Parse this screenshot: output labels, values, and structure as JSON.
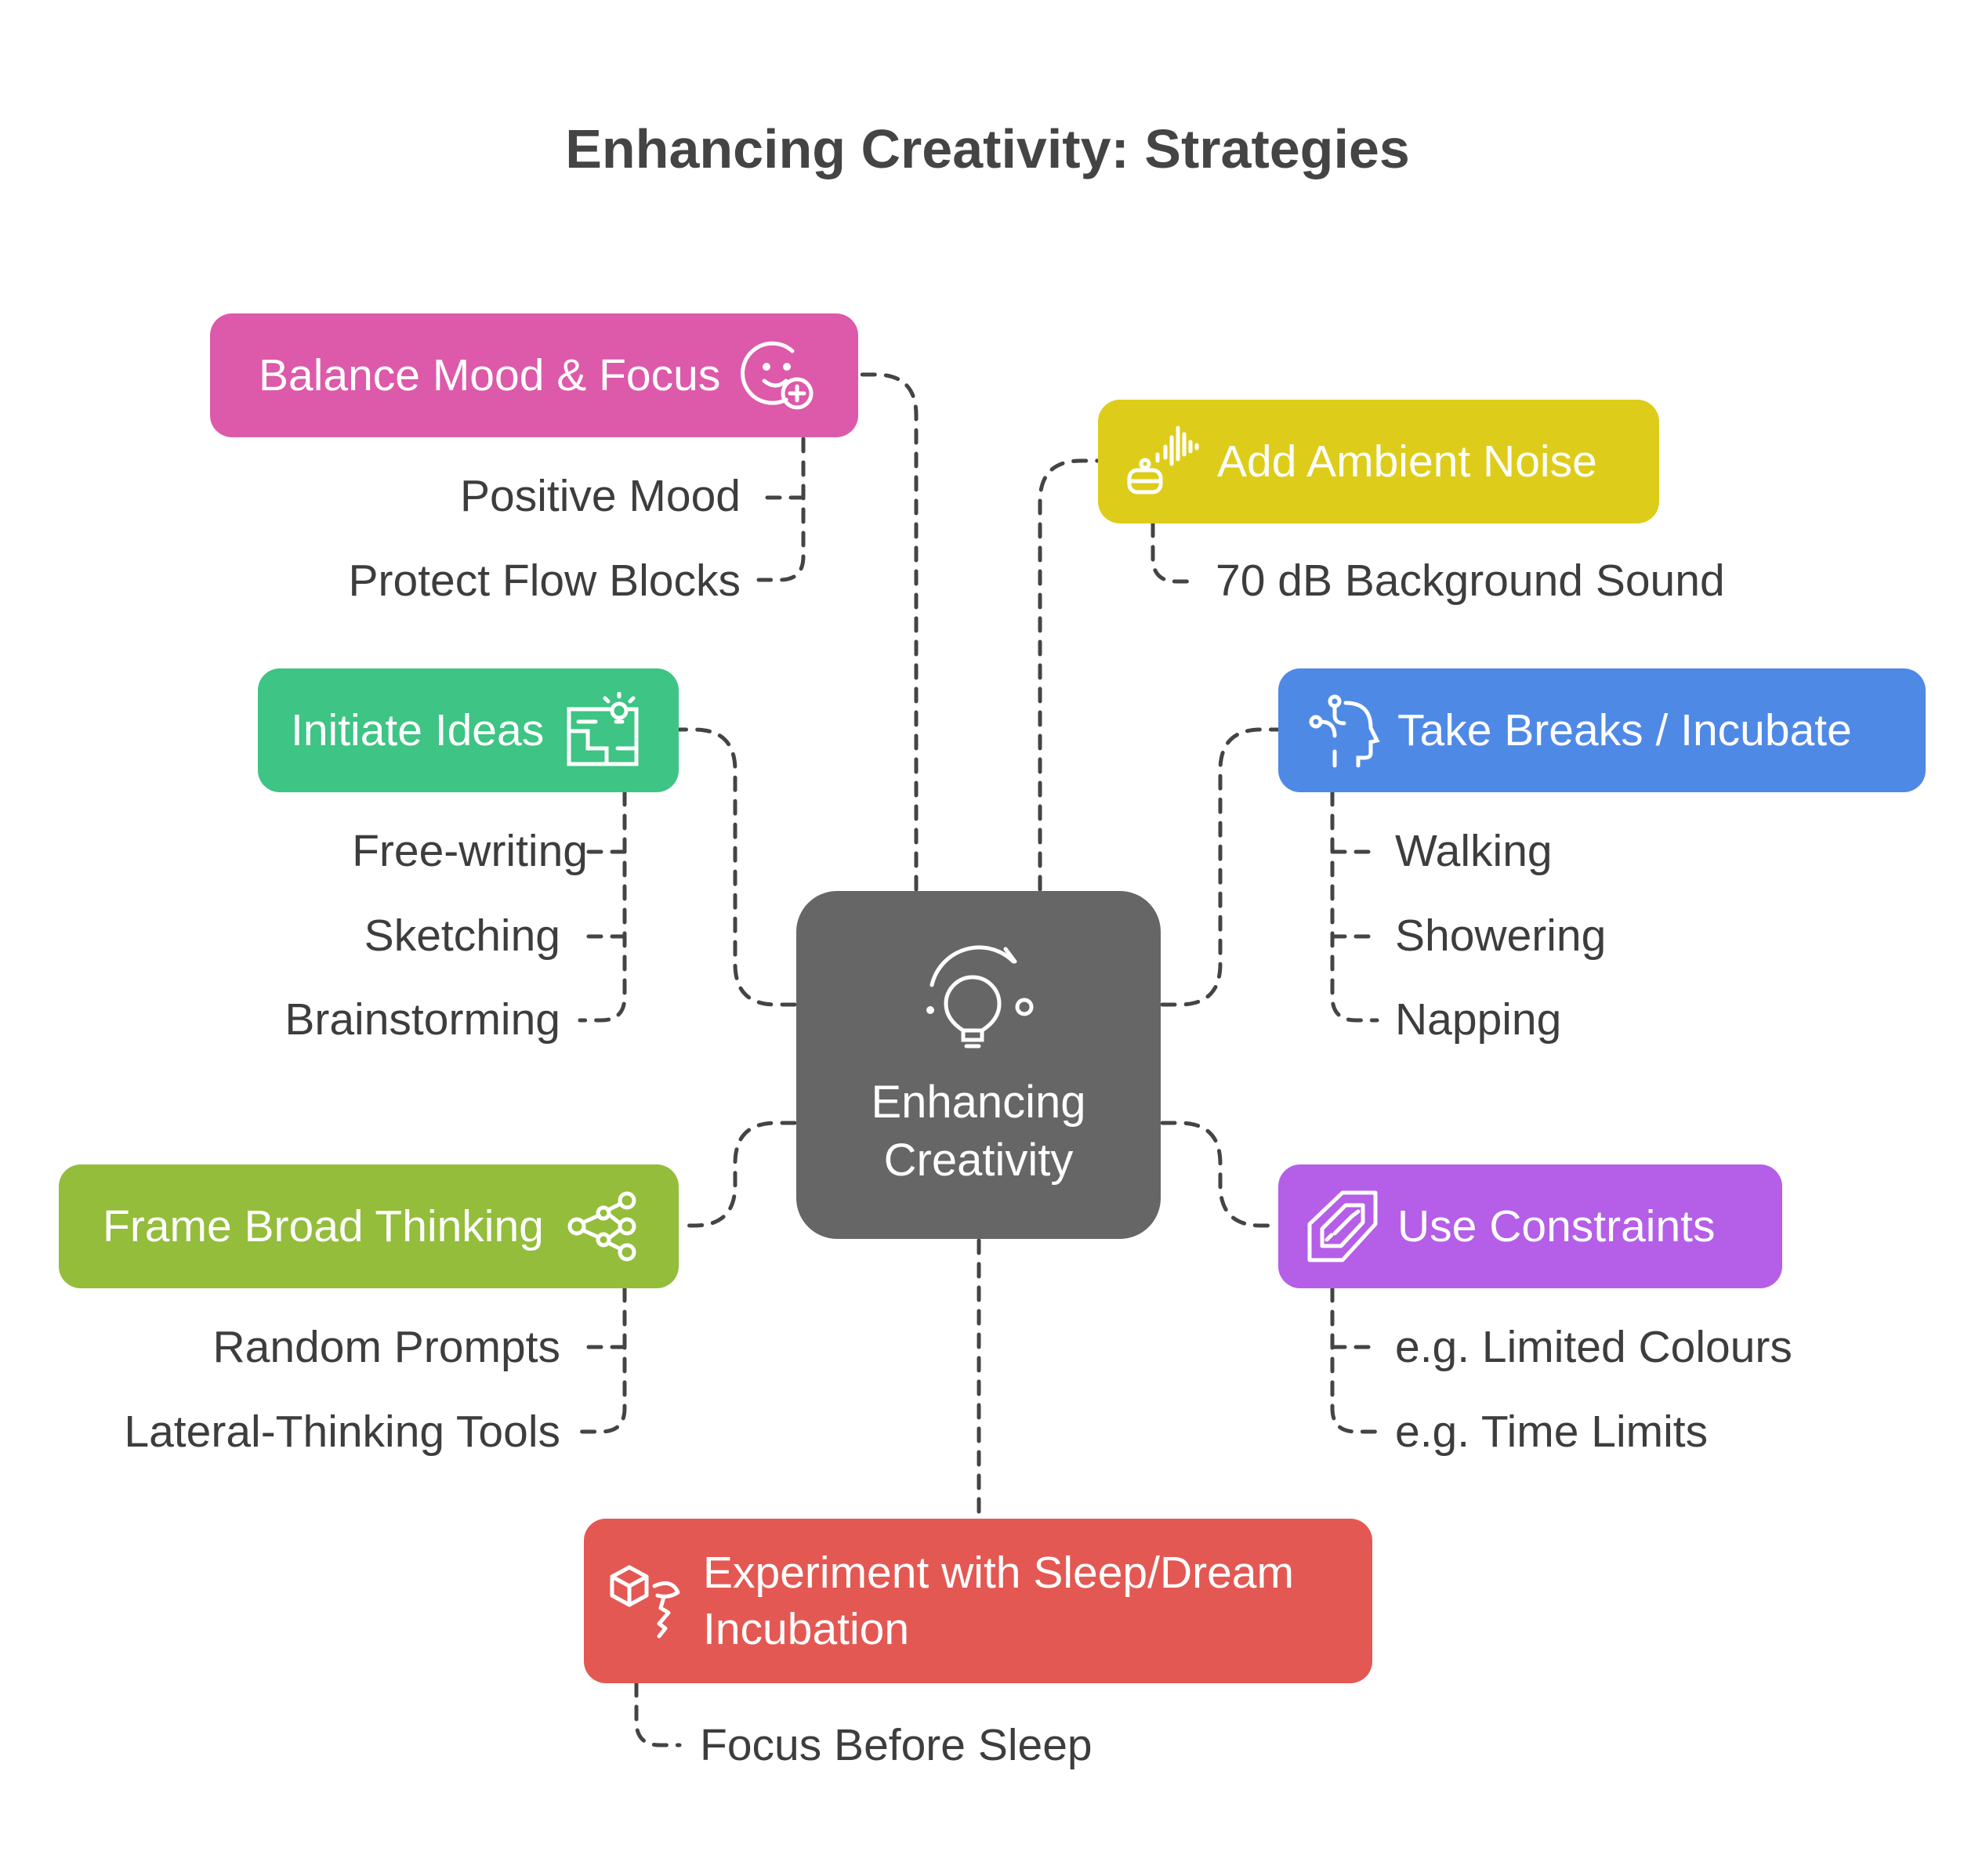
{
  "title": "Enhancing Creativity: Strategies",
  "center": {
    "line1": "Enhancing",
    "line2": "Creativity",
    "icon": "lightbulb-idea-icon"
  },
  "nodes": {
    "balance": {
      "label": "Balance Mood & Focus",
      "color": "#dd59aa",
      "icon": "smiley-plus-icon",
      "items": [
        "Positive Mood",
        "Protect Flow Blocks"
      ]
    },
    "ambient": {
      "label": "Add Ambient Noise",
      "color": "#decc1a",
      "icon": "sound-wave-icon",
      "items": [
        "70 dB Background Sound"
      ]
    },
    "initiate": {
      "label": "Initiate Ideas",
      "color": "#3ec484",
      "icon": "idea-board-icon",
      "items": [
        "Free-writing",
        "Sketching",
        "Brainstorming"
      ]
    },
    "breaks": {
      "label": "Take Breaks / Incubate",
      "color": "#4f89e6",
      "icon": "head-thought-icon",
      "items": [
        "Walking",
        "Showering",
        "Napping"
      ]
    },
    "frame": {
      "label": "Frame Broad Thinking",
      "color": "#93bd3b",
      "icon": "share-network-icon",
      "items": [
        "Random Prompts",
        "Lateral-Thinking Tools"
      ]
    },
    "constraints": {
      "label": "Use Constraints",
      "color": "#b55ee7",
      "icon": "circuit-chip-icon",
      "items": [
        "e.g. Limited Colours",
        "e.g. Time Limits"
      ]
    },
    "sleep": {
      "label_line1": "Experiment with Sleep/Dream",
      "label_line2": "Incubation",
      "color": "#e45853",
      "icon": "cube-dream-icon",
      "items": [
        "Focus Before Sleep"
      ]
    }
  },
  "connector_color": "#444444"
}
